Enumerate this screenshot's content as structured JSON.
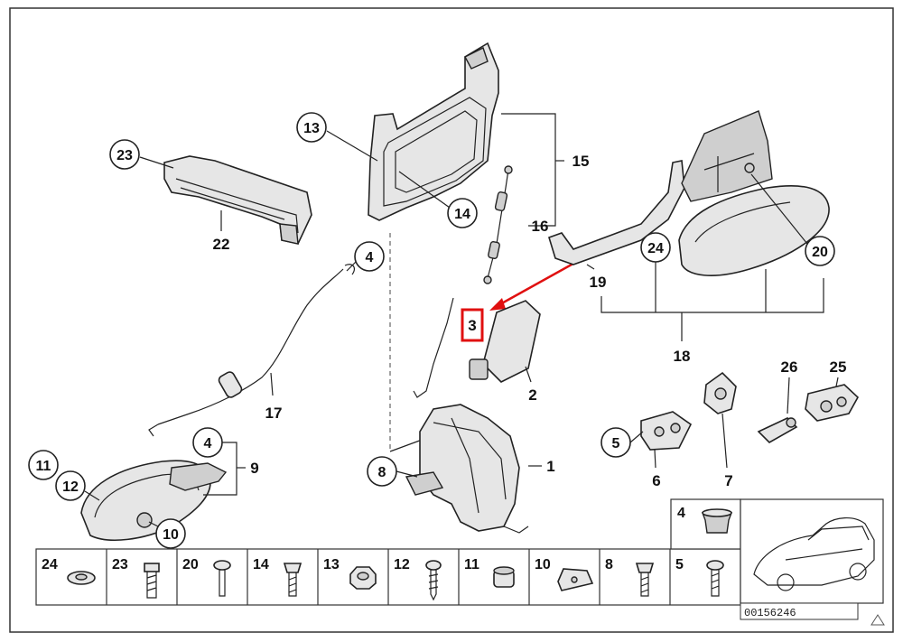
{
  "diagram_number": "00156246",
  "callouts": {
    "c23": "23",
    "c13": "13",
    "c14": "14",
    "c4a": "4",
    "c4b": "4",
    "c11": "11",
    "c12": "12",
    "c10": "10",
    "c8": "8",
    "c24": "24",
    "c20": "20",
    "c5": "5"
  },
  "labels": {
    "l22": "22",
    "l15": "15",
    "l16": "16",
    "l17": "17",
    "l9": "9",
    "l3": "3",
    "l2": "2",
    "l1": "1",
    "l19": "19",
    "l18": "18",
    "l26": "26",
    "l25": "25",
    "l6": "6",
    "l7": "7"
  },
  "parts_table": [
    {
      "num": "24",
      "icon": "washer-icon"
    },
    {
      "num": "23",
      "icon": "bolt-icon"
    },
    {
      "num": "20",
      "icon": "pin-icon"
    },
    {
      "num": "14",
      "icon": "screw-icon"
    },
    {
      "num": "13",
      "icon": "nut-icon"
    },
    {
      "num": "12",
      "icon": "tapping-screw-icon"
    },
    {
      "num": "11",
      "icon": "grommet-icon"
    },
    {
      "num": "10",
      "icon": "clip-nut-icon"
    },
    {
      "num": "8",
      "icon": "screw-icon"
    },
    {
      "num": "5",
      "icon": "torx-bolt-icon"
    }
  ],
  "side_part": {
    "num": "4",
    "icon": "plug-icon"
  },
  "colors": {
    "highlight": "#e01010",
    "line": "#222222"
  }
}
